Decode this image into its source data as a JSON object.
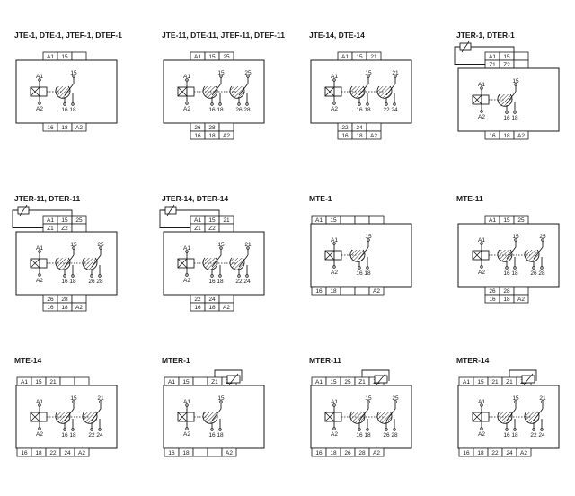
{
  "colors": {
    "line": "#1a1a1a",
    "background": "#ffffff",
    "hatch": "#333333"
  },
  "diagrams": [
    {
      "title": "JTE-1, DTE-1, JTEF-1, DTEF-1",
      "top_rows": [
        [
          "A1",
          "15",
          ""
        ]
      ],
      "bottom_rows": [
        [
          "16",
          "18",
          "A2"
        ]
      ],
      "contacts": [
        [
          "15",
          "16",
          "18"
        ]
      ],
      "z_link": false,
      "right_link": false
    },
    {
      "title": "JTE-11, DTE-11, JTEF-11, DTEF-11",
      "top_rows": [
        [
          "A1",
          "15",
          "25"
        ]
      ],
      "bottom_rows": [
        [
          "26",
          "28",
          ""
        ],
        [
          "16",
          "18",
          "A2"
        ]
      ],
      "contacts": [
        [
          "15",
          "16",
          "18"
        ],
        [
          "25",
          "26",
          "28"
        ]
      ],
      "z_link": false,
      "right_link": false
    },
    {
      "title": "JTE-14, DTE-14",
      "top_rows": [
        [
          "A1",
          "15",
          "21"
        ]
      ],
      "bottom_rows": [
        [
          "22",
          "24",
          ""
        ],
        [
          "16",
          "18",
          "A2"
        ]
      ],
      "contacts": [
        [
          "15",
          "16",
          "18"
        ],
        [
          "21",
          "22",
          "24"
        ]
      ],
      "z_link": false,
      "right_link": false
    },
    {
      "title": "JTER-1, DTER-1",
      "top_rows": [
        [
          "A1",
          "15",
          ""
        ],
        [
          "Z1",
          "Z2",
          ""
        ]
      ],
      "bottom_rows": [
        [
          "16",
          "18",
          "A2"
        ]
      ],
      "contacts": [
        [
          "15",
          "16",
          "18"
        ]
      ],
      "z_link": true,
      "right_link": false
    },
    {
      "title": "JTER-11, DTER-11",
      "top_rows": [
        [
          "A1",
          "15",
          "25"
        ],
        [
          "Z1",
          "Z2",
          ""
        ]
      ],
      "bottom_rows": [
        [
          "26",
          "28",
          ""
        ],
        [
          "16",
          "18",
          "A2"
        ]
      ],
      "contacts": [
        [
          "15",
          "16",
          "18"
        ],
        [
          "25",
          "26",
          "28"
        ]
      ],
      "z_link": true,
      "right_link": false
    },
    {
      "title": "JTER-14, DTER-14",
      "top_rows": [
        [
          "A1",
          "15",
          "21"
        ],
        [
          "Z1",
          "Z2",
          ""
        ]
      ],
      "bottom_rows": [
        [
          "22",
          "24",
          ""
        ],
        [
          "16",
          "18",
          "A2"
        ]
      ],
      "contacts": [
        [
          "15",
          "16",
          "18"
        ],
        [
          "21",
          "22",
          "24"
        ]
      ],
      "z_link": true,
      "right_link": false
    },
    {
      "title": "MTE-1",
      "top_rows": [
        [
          "A1",
          "15",
          "",
          "",
          ""
        ]
      ],
      "bottom_rows": [
        [
          "16",
          "18",
          "",
          "",
          "A2"
        ]
      ],
      "contacts": [
        [
          "15",
          "16",
          "18"
        ]
      ],
      "z_link": false,
      "right_link": false
    },
    {
      "title": "MTE-11",
      "top_rows": [
        [
          "A1",
          "15",
          "25"
        ]
      ],
      "bottom_rows": [
        [
          "26",
          "28",
          ""
        ],
        [
          "16",
          "18",
          "A2"
        ]
      ],
      "contacts": [
        [
          "15",
          "16",
          "18"
        ],
        [
          "25",
          "26",
          "28"
        ]
      ],
      "z_link": false,
      "right_link": false
    },
    {
      "title": "MTE-14",
      "top_rows": [
        [
          "A1",
          "15",
          "21",
          "",
          ""
        ]
      ],
      "bottom_rows": [
        [
          "16",
          "18",
          "22",
          "24",
          "A2"
        ]
      ],
      "contacts": [
        [
          "15",
          "16",
          "18"
        ],
        [
          "21",
          "22",
          "24"
        ]
      ],
      "z_link": false,
      "right_link": false
    },
    {
      "title": "MTER-1",
      "top_rows": [
        [
          "A1",
          "15",
          "",
          "Z1",
          "Z2"
        ]
      ],
      "bottom_rows": [
        [
          "16",
          "18",
          "",
          "",
          "A2"
        ]
      ],
      "contacts": [
        [
          "15",
          "16",
          "18"
        ]
      ],
      "z_link": false,
      "right_link": true
    },
    {
      "title": "MTER-11",
      "top_rows": [
        [
          "A1",
          "15",
          "25",
          "Z1",
          "Z2"
        ]
      ],
      "bottom_rows": [
        [
          "16",
          "18",
          "26",
          "28",
          "A2"
        ]
      ],
      "contacts": [
        [
          "15",
          "16",
          "18"
        ],
        [
          "25",
          "26",
          "28"
        ]
      ],
      "z_link": false,
      "right_link": true
    },
    {
      "title": "MTER-14",
      "top_rows": [
        [
          "A1",
          "15",
          "21",
          "Z1",
          "Z2"
        ]
      ],
      "bottom_rows": [
        [
          "16",
          "18",
          "22",
          "24",
          "A2"
        ]
      ],
      "contacts": [
        [
          "15",
          "16",
          "18"
        ],
        [
          "21",
          "22",
          "24"
        ]
      ],
      "z_link": false,
      "right_link": true
    }
  ]
}
